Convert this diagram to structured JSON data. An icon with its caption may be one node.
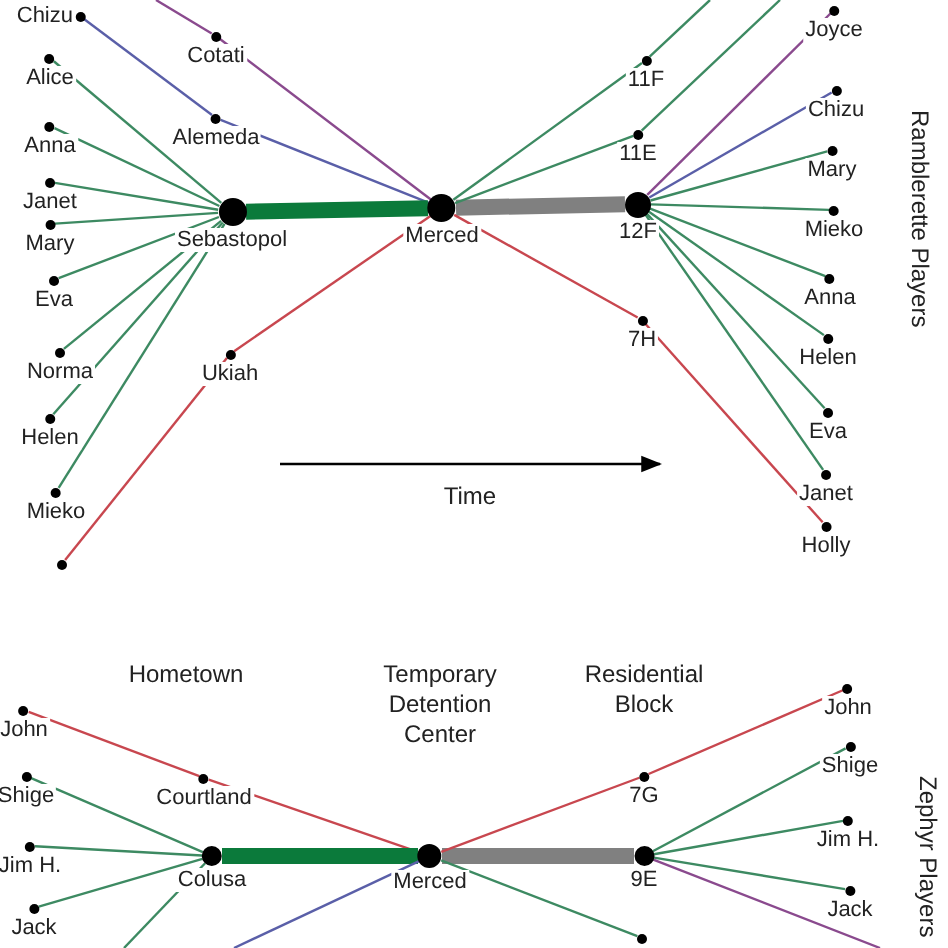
{
  "diagram": {
    "nodes": [
      {
        "text": [
          "Chizu"
        ]
      },
      {
        "text": [
          "Cotati"
        ]
      },
      {
        "text": [
          "Alice"
        ]
      },
      {
        "text": [
          "Alemeda"
        ]
      },
      {
        "text": [
          "Anna"
        ]
      },
      {
        "text": [
          "Janet"
        ]
      },
      {
        "text": [
          "Mary"
        ]
      },
      {
        "text": [
          "Sebastopol"
        ]
      },
      {
        "text": [
          "Merced"
        ]
      },
      {
        "text": [
          "Eva"
        ]
      },
      {
        "text": [
          "Norma"
        ]
      },
      {
        "text": [
          "Ukiah"
        ]
      },
      {
        "text": [
          "Helen"
        ]
      },
      {
        "text": [
          "Mieko"
        ]
      },
      {
        "text": [],
        "shape": "circle"
      },
      {
        "text": [
          "11F"
        ]
      },
      {
        "text": [
          "Joyce"
        ]
      },
      {
        "text": [
          "11E"
        ]
      },
      {
        "text": [
          "Chizu"
        ]
      },
      {
        "text": [
          "Mary"
        ]
      },
      {
        "text": [
          "12F"
        ]
      },
      {
        "text": [
          "Mieko"
        ]
      },
      {
        "text": [
          "Anna"
        ]
      },
      {
        "text": [
          "7H"
        ]
      },
      {
        "text": [
          "Helen"
        ]
      },
      {
        "text": [
          "Eva"
        ]
      },
      {
        "text": [
          "Janet"
        ]
      },
      {
        "text": [
          "Holly"
        ]
      },
      {
        "text": [
          "John"
        ]
      },
      {
        "text": [
          "Courtland"
        ]
      },
      {
        "text": [
          "Shige"
        ]
      },
      {
        "text": [
          "Jim H."
        ]
      },
      {
        "text": [
          "Colusa"
        ]
      },
      {
        "text": [
          "Merced"
        ]
      },
      {
        "text": [
          "John"
        ]
      },
      {
        "text": [
          "7G"
        ]
      },
      {
        "text": [
          "Shige"
        ]
      },
      {
        "text": [
          "Jim H."
        ]
      },
      {
        "text": [
          "9E"
        ]
      },
      {
        "text": [
          "Jack"
        ]
      },
      {
        "text": [
          "Jack"
        ]
      },
      {
        "text": [],
        "shape": "circle"
      }
    ],
    "edges": [
      {
        "from": null,
        "to": 1,
        "arrow": "none",
        "color": "#8a4a8e"
      },
      {
        "from": 1,
        "to": 8,
        "arrow": "none",
        "color": "#8a4a8e"
      },
      {
        "from": 0,
        "to": 3,
        "arrow": "none",
        "color": "#5a5fa8"
      },
      {
        "from": 3,
        "to": 8,
        "arrow": "none",
        "color": "#5a5fa8"
      },
      {
        "from": 2,
        "to": 7,
        "arrow": "none"
      },
      {
        "from": 4,
        "to": 7,
        "arrow": "none"
      },
      {
        "from": 5,
        "to": 7,
        "arrow": "none"
      },
      {
        "from": 6,
        "to": 7,
        "arrow": "none"
      },
      {
        "from": 9,
        "to": 7,
        "arrow": "none"
      },
      {
        "from": 10,
        "to": 7,
        "arrow": "none"
      },
      {
        "from": 12,
        "to": 7,
        "arrow": "none"
      },
      {
        "from": 13,
        "to": 7,
        "arrow": "none"
      },
      {
        "from": 7,
        "to": 8,
        "arrow": "none",
        "style": "thick",
        "color": "#0b7a3b"
      },
      {
        "from": 14,
        "to": 11,
        "arrow": "none",
        "color": "#c8474f"
      },
      {
        "from": 11,
        "to": 8,
        "arrow": "none",
        "color": "#c8474f"
      },
      {
        "from": 8,
        "to": 20,
        "arrow": "none",
        "style": "thick",
        "color": "#808080"
      },
      {
        "from": 8,
        "to": 15,
        "arrow": "none"
      },
      {
        "from": 15,
        "to": null,
        "arrow": "none"
      },
      {
        "from": 8,
        "to": 17,
        "arrow": "none"
      },
      {
        "from": 17,
        "to": null,
        "arrow": "none"
      },
      {
        "from": 8,
        "to": 23,
        "arrow": "none",
        "color": "#c8474f"
      },
      {
        "from": 23,
        "to": 27,
        "arrow": "none",
        "color": "#c8474f"
      },
      {
        "from": 20,
        "to": 16,
        "arrow": "none",
        "color": "#8a4a8e"
      },
      {
        "from": 20,
        "to": 18,
        "arrow": "none",
        "color": "#5a5fa8"
      },
      {
        "from": 20,
        "to": 19,
        "arrow": "none"
      },
      {
        "from": 20,
        "to": 21,
        "arrow": "none"
      },
      {
        "from": 20,
        "to": 22,
        "arrow": "none"
      },
      {
        "from": 20,
        "to": 24,
        "arrow": "none"
      },
      {
        "from": 20,
        "to": 25,
        "arrow": "none"
      },
      {
        "from": 20,
        "to": 26,
        "arrow": "none"
      },
      {
        "from": 28,
        "to": 29,
        "arrow": "none",
        "color": "#c8474f"
      },
      {
        "from": 29,
        "to": 33,
        "arrow": "none",
        "color": "#c8474f"
      },
      {
        "from": 30,
        "to": 32,
        "arrow": "none"
      },
      {
        "from": 31,
        "to": 32,
        "arrow": "none"
      },
      {
        "from": 39,
        "to": 32,
        "arrow": "none"
      },
      {
        "from": 32,
        "to": null,
        "arrow": "none"
      },
      {
        "from": 32,
        "to": 33,
        "arrow": "none",
        "style": "thick",
        "color": "#0b7a3b"
      },
      {
        "from": null,
        "to": 33,
        "arrow": "none",
        "color": "#5a5fa8"
      },
      {
        "from": 33,
        "to": 38,
        "arrow": "none",
        "style": "thick",
        "color": "#808080"
      },
      {
        "from": 33,
        "to": 35,
        "arrow": "none",
        "color": "#c8474f"
      },
      {
        "from": 35,
        "to": 34,
        "arrow": "none",
        "color": "#c8474f"
      },
      {
        "from": 33,
        "to": 41,
        "arrow": "none"
      },
      {
        "from": 38,
        "to": 36,
        "arrow": "none"
      },
      {
        "from": 38,
        "to": 37,
        "arrow": "none"
      },
      {
        "from": 38,
        "to": 40,
        "arrow": "none"
      },
      {
        "from": 38,
        "to": null,
        "arrow": "none",
        "color": "#8a4a8e"
      }
    ],
    "labels": [
      "Time",
      "Ramblerette Players",
      "Hometown",
      "Temporary Detention Center",
      "Residential Block",
      "Zephyr Players"
    ]
  }
}
